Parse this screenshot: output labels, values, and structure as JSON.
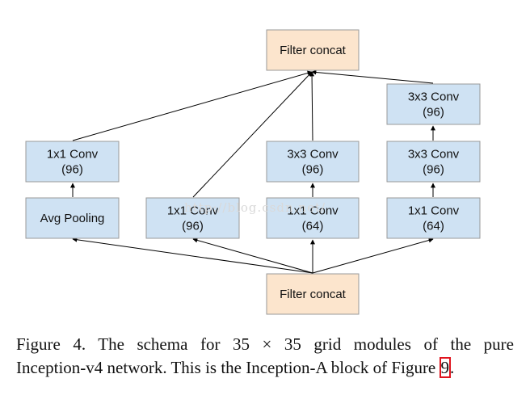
{
  "diagram": {
    "boxes": [
      {
        "id": "top-concat",
        "lines": [
          "Filter concat"
        ],
        "kind": "concat"
      },
      {
        "id": "b4-conv3x3-top",
        "lines": [
          "3x3 Conv",
          "(96)"
        ],
        "kind": "conv"
      },
      {
        "id": "b1-conv1x1",
        "lines": [
          "1x1 Conv",
          "(96)"
        ],
        "kind": "conv"
      },
      {
        "id": "b3-conv3x3",
        "lines": [
          "3x3 Conv",
          "(96)"
        ],
        "kind": "conv"
      },
      {
        "id": "b4-conv3x3-mid",
        "lines": [
          "3x3 Conv",
          "(96)"
        ],
        "kind": "conv"
      },
      {
        "id": "b1-avgpool",
        "lines": [
          "Avg Pooling"
        ],
        "kind": "conv"
      },
      {
        "id": "b2-conv1x1",
        "lines": [
          "1x1 Conv",
          "(96)"
        ],
        "kind": "conv"
      },
      {
        "id": "b3-conv1x1",
        "lines": [
          "1x1 Conv",
          "(64)"
        ],
        "kind": "conv"
      },
      {
        "id": "b4-conv1x1",
        "lines": [
          "1x1 Conv",
          "(64)"
        ],
        "kind": "conv"
      },
      {
        "id": "bottom-concat",
        "lines": [
          "Filter concat"
        ],
        "kind": "concat"
      }
    ],
    "colors": {
      "conv_fill": "#cfe2f3",
      "concat_fill": "#fce5cd",
      "box_stroke": "#999999",
      "arrow": "#000000",
      "highlight": "#e0141e"
    },
    "watermark": "http://blog.csdn.net/"
  },
  "caption": {
    "line1": "Figure 4. The schema for 35 × 35 grid modules of the pure",
    "line2_prefix": "Inception-v4 network. This is the Inception-A block of Figure ",
    "figure_ref": "9",
    "line2_suffix": "."
  }
}
